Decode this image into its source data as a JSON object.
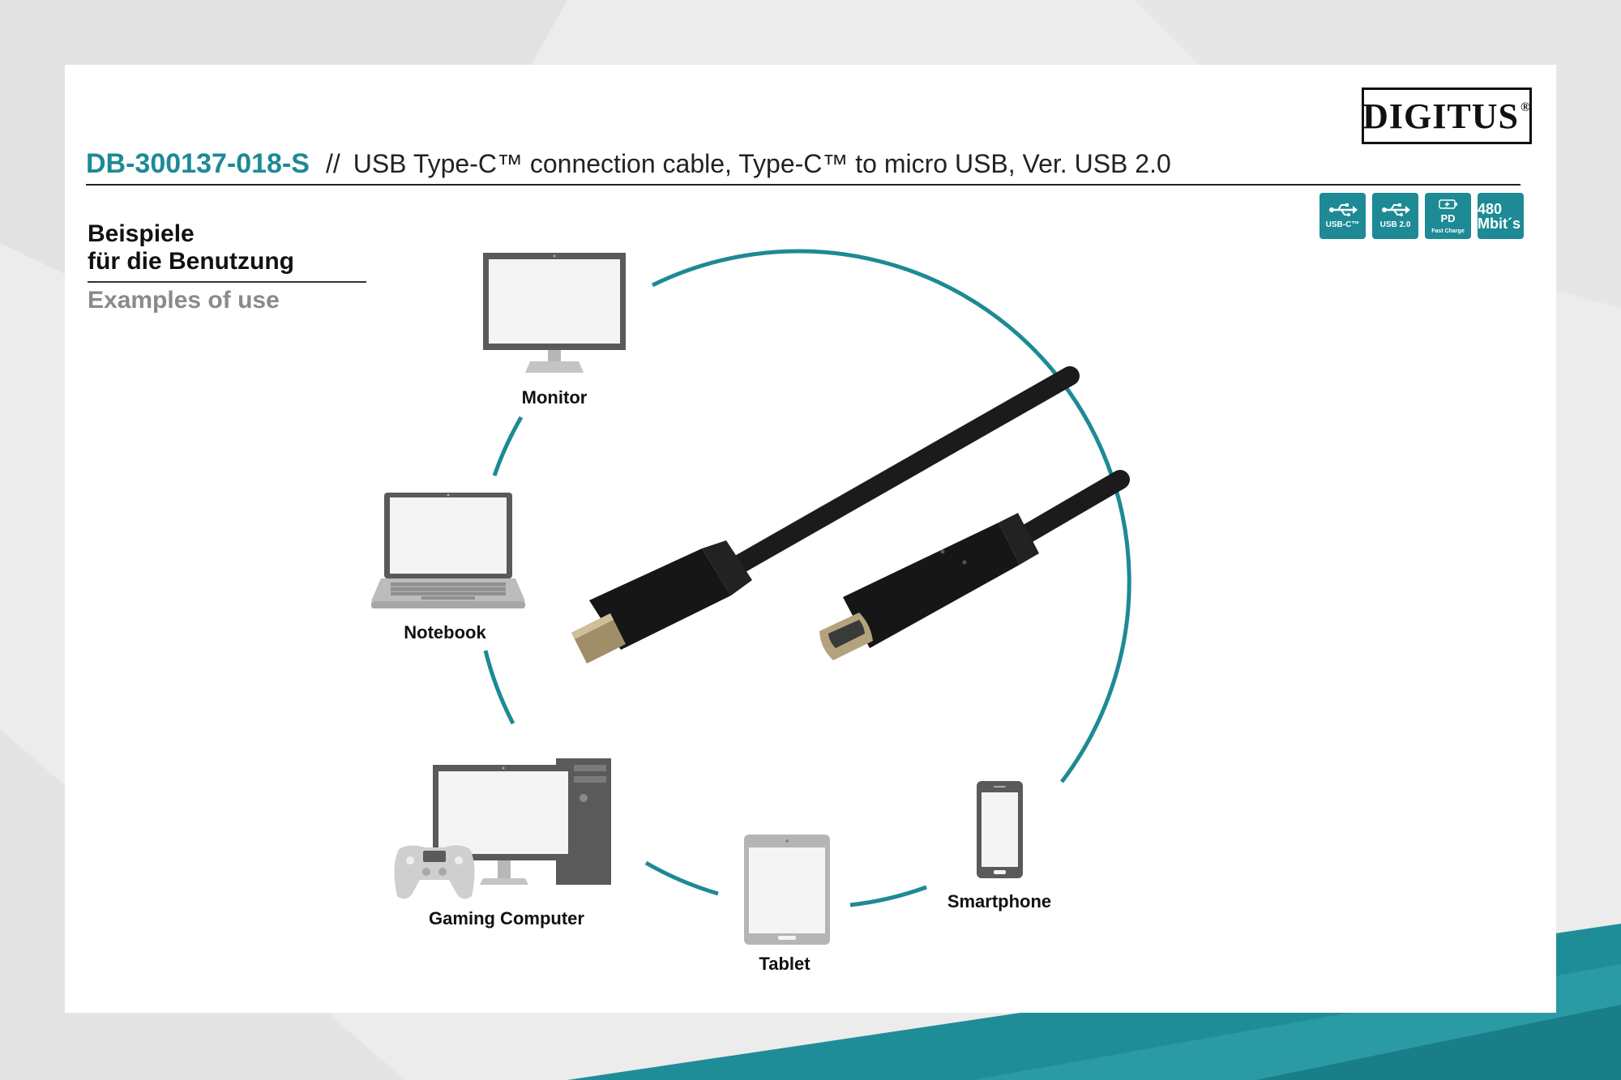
{
  "brand": {
    "logo_text": "DIGITUS",
    "logo_mark": "®"
  },
  "product": {
    "code": "DB-300137-018-S",
    "separator": "//",
    "title": "USB Type-C™ connection cable, Type-C™ to micro USB, Ver. USB 2.0"
  },
  "badges": [
    {
      "main": "",
      "sub": "USB-C™",
      "icon": "usb-icon"
    },
    {
      "main": "",
      "sub": "USB 2.0",
      "icon": "usb-icon"
    },
    {
      "main": "PD",
      "sub": "Fast Charge",
      "icon": "battery-bolt-icon"
    },
    {
      "main": "480 Mbit´s",
      "sub": "",
      "icon": ""
    }
  ],
  "section": {
    "heading_de": "Beispiele für die Benutzung",
    "heading_de_line1": "Beispiele",
    "heading_de_line2": "für die Benutzung",
    "heading_en": "Examples of use"
  },
  "devices": [
    {
      "label": "Monitor",
      "icon": "monitor-icon"
    },
    {
      "label": "Notebook",
      "icon": "notebook-icon"
    },
    {
      "label": "Gaming Computer",
      "icon": "gaming-computer-icon"
    },
    {
      "label": "Tablet",
      "icon": "tablet-icon"
    },
    {
      "label": "Smartphone",
      "icon": "smartphone-icon"
    }
  ],
  "colors": {
    "accent": "#1d8a95",
    "text": "#111111",
    "muted": "#8a8a8a",
    "device_gray": "#5a5a5a"
  }
}
